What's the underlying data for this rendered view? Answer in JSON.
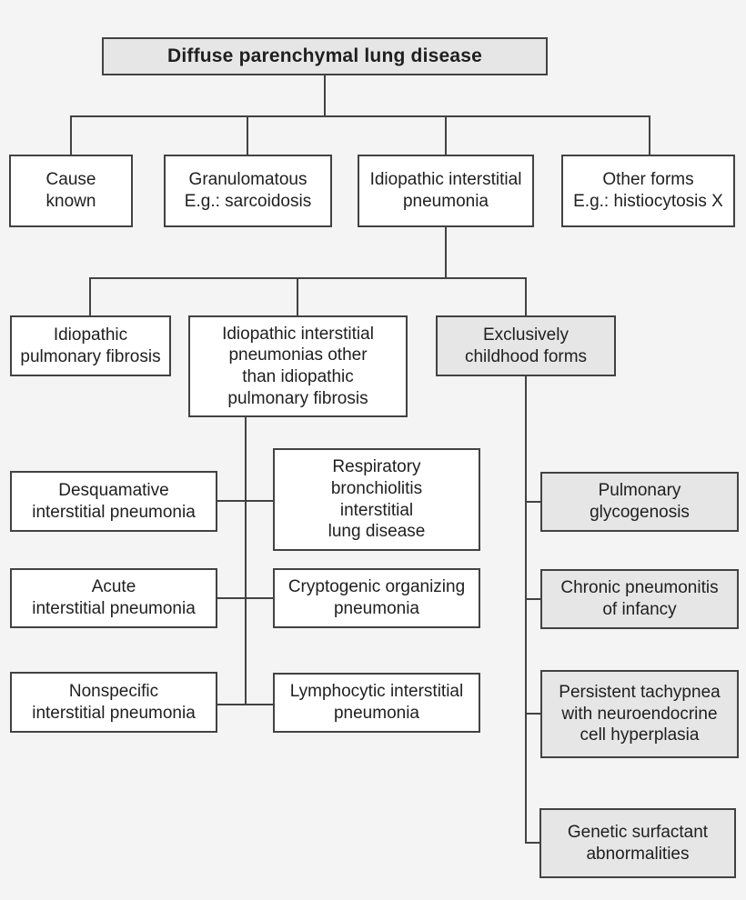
{
  "diagram": {
    "type": "flowchart",
    "title": "Diffuse parenchymal lung disease",
    "colors": {
      "background": "#f4f4f4",
      "node_fill_white": "#ffffff",
      "node_fill_gray": "#e6e6e6",
      "node_border": "#424242",
      "connector_line": "#424242",
      "text": "#1f1f1f"
    },
    "tree": {
      "label": "Diffuse parenchymal lung disease",
      "style": "gray",
      "children": [
        {
          "label": "Cause\nknown",
          "style": "white"
        },
        {
          "label": "Granulomatous\nE.g.: sarcoidosis",
          "style": "white"
        },
        {
          "label": "Idiopathic interstitial\npneumonia",
          "style": "white",
          "children": [
            {
              "label": "Idiopathic\npulmonary fibrosis",
              "style": "white"
            },
            {
              "label": "Idiopathic interstitial\npneumonias other\nthan idiopathic\npulmonary fibrosis",
              "style": "white",
              "children": [
                {
                  "label": "Desquamative\ninterstitial pneumonia",
                  "style": "white"
                },
                {
                  "label": "Respiratory\nbronchiolitis\ninterstitial\nlung disease",
                  "style": "white"
                },
                {
                  "label": "Acute\ninterstitial pneumonia",
                  "style": "white"
                },
                {
                  "label": "Cryptogenic organizing\npneumonia",
                  "style": "white"
                },
                {
                  "label": "Nonspecific\ninterstitial pneumonia",
                  "style": "white"
                },
                {
                  "label": "Lymphocytic interstitial\npneumonia",
                  "style": "white"
                }
              ]
            },
            {
              "label": "Exclusively\nchildhood forms",
              "style": "gray",
              "children": [
                {
                  "label": "Pulmonary\nglycogenosis",
                  "style": "gray"
                },
                {
                  "label": "Chronic pneumonitis\nof infancy",
                  "style": "gray"
                },
                {
                  "label": "Persistent tachypnea\nwith neuroendocrine\ncell hyperplasia",
                  "style": "gray"
                },
                {
                  "label": "Genetic surfactant\nabnormalities",
                  "style": "gray"
                }
              ]
            }
          ]
        },
        {
          "label": "Other forms\nE.g.: histiocytosis X",
          "style": "white"
        }
      ]
    }
  }
}
